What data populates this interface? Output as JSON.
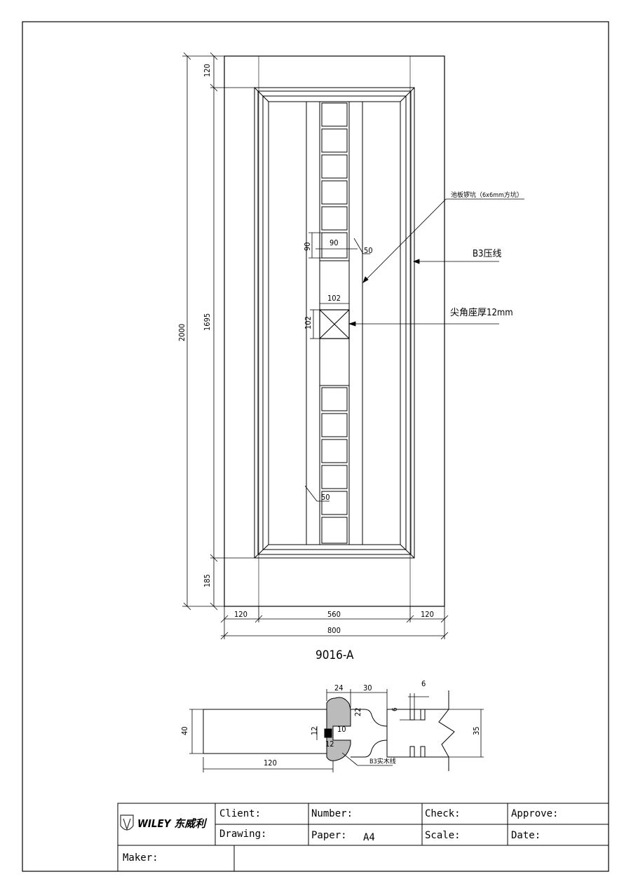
{
  "title": "9016-A",
  "dims": {
    "top_rail": "120",
    "total_height": "2000",
    "panel_height": "1695",
    "bottom_rail": "185",
    "left_stile": "120",
    "panel_width": "560",
    "right_stile": "120",
    "total_width": "800",
    "square_w": "90",
    "square_h": "90",
    "gap_top": "50",
    "gap_bottom": "50",
    "boss_w": "102",
    "boss_h": "102"
  },
  "callouts": {
    "groove": "池板锣坑（6x6mm方坑）",
    "b3_line": "B3压线",
    "boss": "尖角座厚12mm",
    "b3_solid": "B3实木线"
  },
  "section_dims": {
    "d24": "24",
    "d30": "30",
    "d6a": "6",
    "d6b": "6",
    "d22": "22",
    "d10": "10",
    "d12a": "12",
    "d12b": "12",
    "d40": "40",
    "d35": "35",
    "d120": "120"
  },
  "title_block": {
    "logo": "WILEY 东威利",
    "client": "Client:",
    "number": "Number:",
    "check": "Check:",
    "approve": "Approve:",
    "drawing": "Drawing:",
    "paper": "Paper:",
    "paper_value": "A4",
    "scale": "Scale:",
    "date": "Date:",
    "maker": "Maker:"
  }
}
